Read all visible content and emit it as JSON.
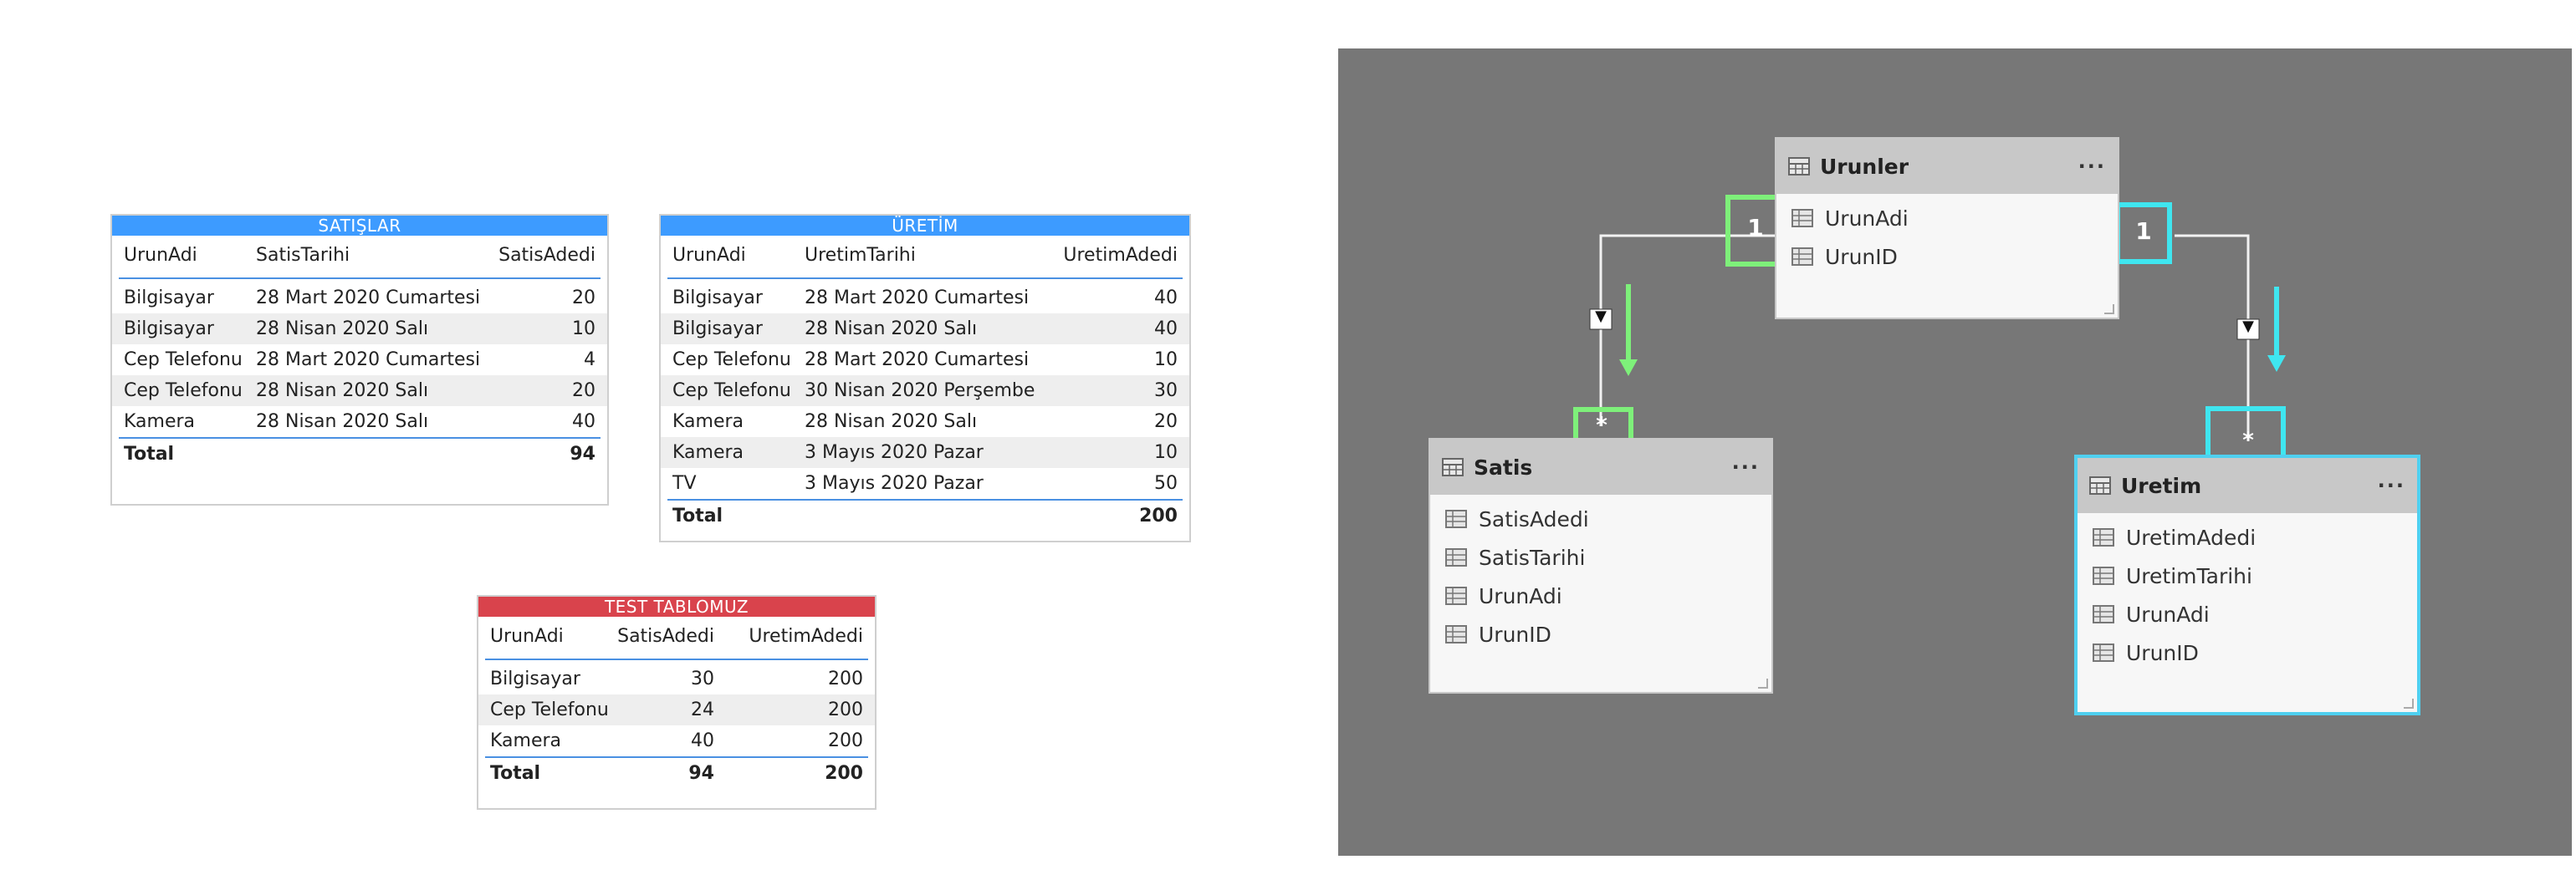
{
  "satislar": {
    "title": "SATIŞLAR",
    "title_color": "#3d9bff",
    "headers": [
      "UrunAdi",
      "SatisTarihi",
      "SatisAdedi"
    ],
    "rows": [
      [
        "Bilgisayar",
        "28 Mart 2020 Cumartesi",
        "20"
      ],
      [
        "Bilgisayar",
        "28 Nisan 2020 Salı",
        "10"
      ],
      [
        "Cep Telefonu",
        "28 Mart 2020 Cumartesi",
        "4"
      ],
      [
        "Cep Telefonu",
        "28 Nisan 2020 Salı",
        "20"
      ],
      [
        "Kamera",
        "28 Nisan 2020 Salı",
        "40"
      ]
    ],
    "total_label": "Total",
    "total_value": "94"
  },
  "uretim": {
    "title": "ÜRETİM",
    "title_color": "#3d9bff",
    "headers": [
      "UrunAdi",
      "UretimTarihi",
      "UretimAdedi"
    ],
    "rows": [
      [
        "Bilgisayar",
        "28 Mart 2020 Cumartesi",
        "40"
      ],
      [
        "Bilgisayar",
        "28 Nisan 2020 Salı",
        "40"
      ],
      [
        "Cep Telefonu",
        "28 Mart 2020 Cumartesi",
        "10"
      ],
      [
        "Cep Telefonu",
        "30 Nisan 2020 Perşembe",
        "30"
      ],
      [
        "Kamera",
        "28 Nisan 2020 Salı",
        "20"
      ],
      [
        "Kamera",
        "3 Mayıs 2020 Pazar",
        "10"
      ],
      [
        "TV",
        "3 Mayıs 2020 Pazar",
        "50"
      ]
    ],
    "total_label": "Total",
    "total_value": "200"
  },
  "test": {
    "title": "TEST TABLOMUZ",
    "title_color": "#d9434c",
    "headers": [
      "UrunAdi",
      "SatisAdedi",
      "UretimAdedi"
    ],
    "rows": [
      [
        "Bilgisayar",
        "30",
        "200"
      ],
      [
        "Cep Telefonu",
        "24",
        "200"
      ],
      [
        "Kamera",
        "40",
        "200"
      ]
    ],
    "total_label": "Total",
    "total_values": [
      "94",
      "200"
    ]
  },
  "model": {
    "background": "#777777",
    "highlight_green": "#7ef07a",
    "highlight_cyan": "#3fe6f0",
    "tables": {
      "urunler": {
        "name": "Urunler",
        "fields": [
          "UrunAdi",
          "UrunID"
        ]
      },
      "satis": {
        "name": "Satis",
        "fields": [
          "SatisAdedi",
          "SatisTarihi",
          "UrunAdi",
          "UrunID"
        ]
      },
      "uretim": {
        "name": "Uretim",
        "fields": [
          "UretimAdedi",
          "UretimTarihi",
          "UrunAdi",
          "UrunID"
        ]
      }
    },
    "more_icon": "···",
    "cardinality_one": "1",
    "cardinality_many": "*",
    "filter_arrow": "▼"
  }
}
